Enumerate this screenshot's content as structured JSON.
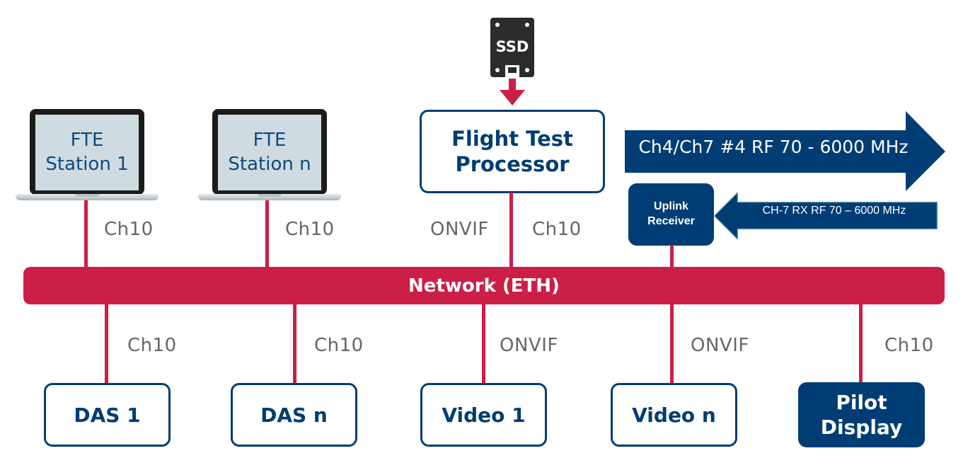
{
  "diagram": {
    "network_bus": {
      "label": "Network (ETH)",
      "color": "#cc1f48"
    },
    "colors": {
      "primary_navy": "#003d74",
      "connector_red": "#cc1f48",
      "label_gray": "#666666",
      "screen_fill": "#cfdbe1"
    },
    "storage": {
      "icon": "ssd-icon",
      "label": "SSD"
    },
    "top_nodes": [
      {
        "id": "fte-station-1",
        "type": "laptop",
        "label_line1": "FTE",
        "label_line2": "Station 1",
        "link_label": "Ch10"
      },
      {
        "id": "fte-station-n",
        "type": "laptop",
        "label_line1": "FTE",
        "label_line2": "Station n",
        "link_label": "Ch10"
      },
      {
        "id": "flight-test-processor",
        "type": "box",
        "label_line1": "Flight Test",
        "label_line2": "Processor",
        "link_label_left": "ONVIF",
        "link_label_right": "Ch10"
      },
      {
        "id": "uplink-receiver",
        "type": "box-filled",
        "label_line1": "Uplink",
        "label_line2": "Receiver"
      }
    ],
    "rf_links": [
      {
        "id": "downlink-arrow",
        "direction": "right",
        "label": "Ch4/Ch7 #4 RF 70 - 6000 MHz"
      },
      {
        "id": "uplink-arrow",
        "direction": "left",
        "label": "CH-7 RX RF 70 – 6000 MHz"
      }
    ],
    "bottom_nodes": [
      {
        "id": "das-1",
        "label": "DAS 1",
        "link_label": "Ch10"
      },
      {
        "id": "das-n",
        "label": "DAS n",
        "link_label": "Ch10"
      },
      {
        "id": "video-1",
        "label": "Video 1",
        "link_label": "ONVIF"
      },
      {
        "id": "video-n",
        "label": "Video n",
        "link_label": "ONVIF"
      },
      {
        "id": "pilot-display",
        "label_line1": "Pilot",
        "label_line2": "Display",
        "link_label": "Ch10",
        "filled": true
      }
    ]
  }
}
